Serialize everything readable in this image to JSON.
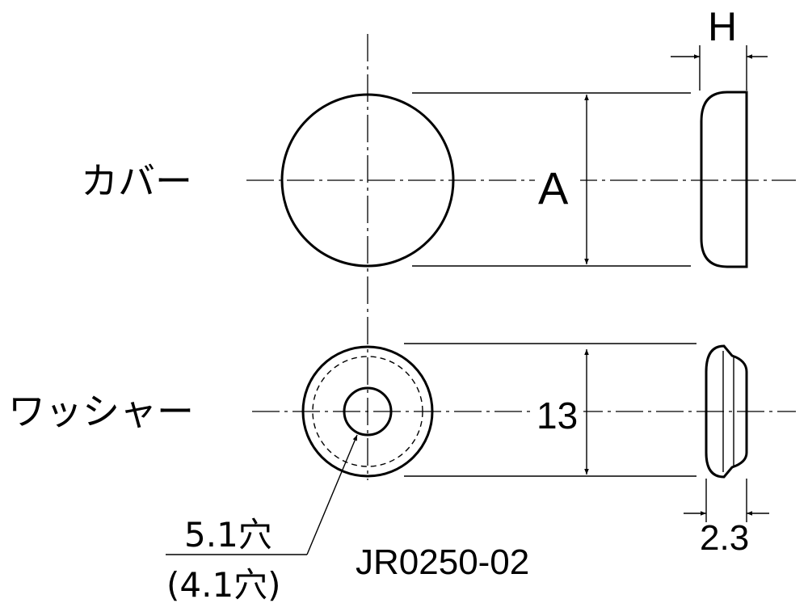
{
  "labels": {
    "cover": "カバー",
    "washer": "ワッシャー",
    "hole": "5.1穴",
    "hole_alt": "(4.1穴)",
    "part_number": "JR0250-02"
  },
  "dimensions": {
    "cover_diameter": "A",
    "cover_height": "H",
    "washer_diameter": "13",
    "washer_thickness": "2.3"
  }
}
